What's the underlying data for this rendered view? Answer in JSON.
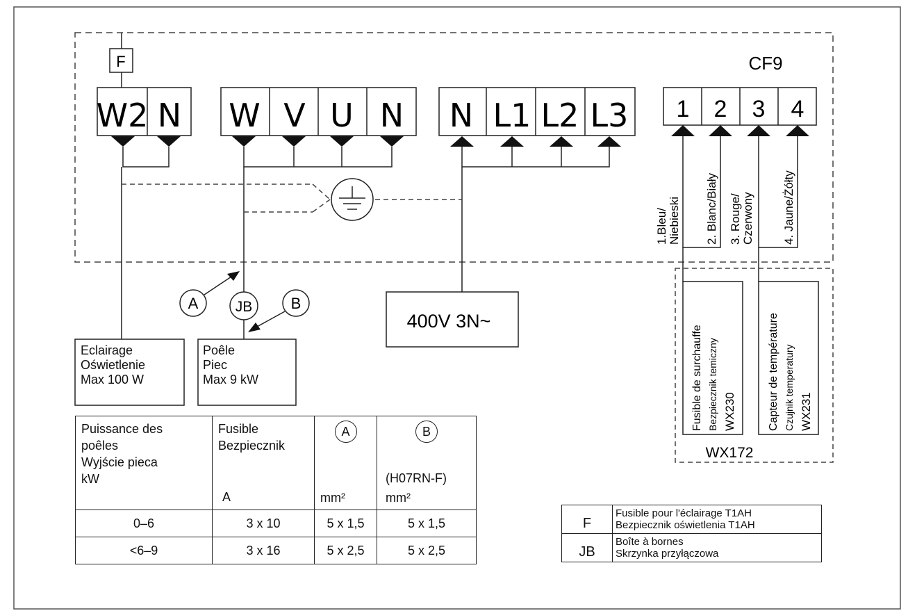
{
  "model": "CF9",
  "fuse_box_label": "F",
  "blocks": {
    "light": [
      "W2",
      "N"
    ],
    "heater": [
      "W",
      "V",
      "U",
      "N"
    ],
    "supply": [
      "N",
      "L1",
      "L2",
      "L3"
    ],
    "sensor": [
      "1",
      "2",
      "3",
      "4"
    ]
  },
  "circle_labels": {
    "a": "A",
    "jb": "JB",
    "b": "B"
  },
  "supply_box": "400V 3N~",
  "lighting_box": [
    "Eclairage",
    "Oświetlenie",
    "Max 100 W"
  ],
  "stove_box": [
    "Poêle",
    "Piec",
    "Max 9 kW"
  ],
  "wire_labels": {
    "w1a": "1.Bleu/",
    "w1b": "Niebieski",
    "w2": "2. Blanc/Biały",
    "w3a": "3. Rouge/",
    "w3b": "Czerwony",
    "w4": "4. Jaune/Żółty"
  },
  "module": {
    "name": "WX172",
    "fuse": {
      "l1": "Fusible de surchauffe",
      "l2": "Bezpiecznik temiczny",
      "l3": "WX230"
    },
    "sensor": {
      "l1": "Capteur de température",
      "l2": "Czujnik temperatury",
      "l3": "WX231"
    }
  },
  "spec_table": {
    "h_power": [
      "Puissance des",
      "poêles",
      "Wyjście pieca",
      "kW"
    ],
    "h_fuse": [
      "Fusible",
      "Bezpiecznik"
    ],
    "h_fuse_unit": "A",
    "h_a": "A",
    "h_a_unit": "mm²",
    "h_b": "B",
    "h_b_cable": "(H07RN-F)",
    "h_b_unit": "mm²",
    "rows": [
      {
        "power": "0–6",
        "fuse": "3 x 10",
        "a": "5 x 1,5",
        "b": "5 x 1,5"
      },
      {
        "power": "<6–9",
        "fuse": "3 x 16",
        "a": "5 x 2,5",
        "b": "5 x 2,5"
      }
    ]
  },
  "legend": [
    {
      "key": "F",
      "l1": "Fusible pour l'éclairage  T1AH",
      "l2": "Bezpiecznik oświetlenia T1AH"
    },
    {
      "key": "JB",
      "l1": "Boîte à bornes",
      "l2": "Skrzynka przyłączowa"
    }
  ]
}
